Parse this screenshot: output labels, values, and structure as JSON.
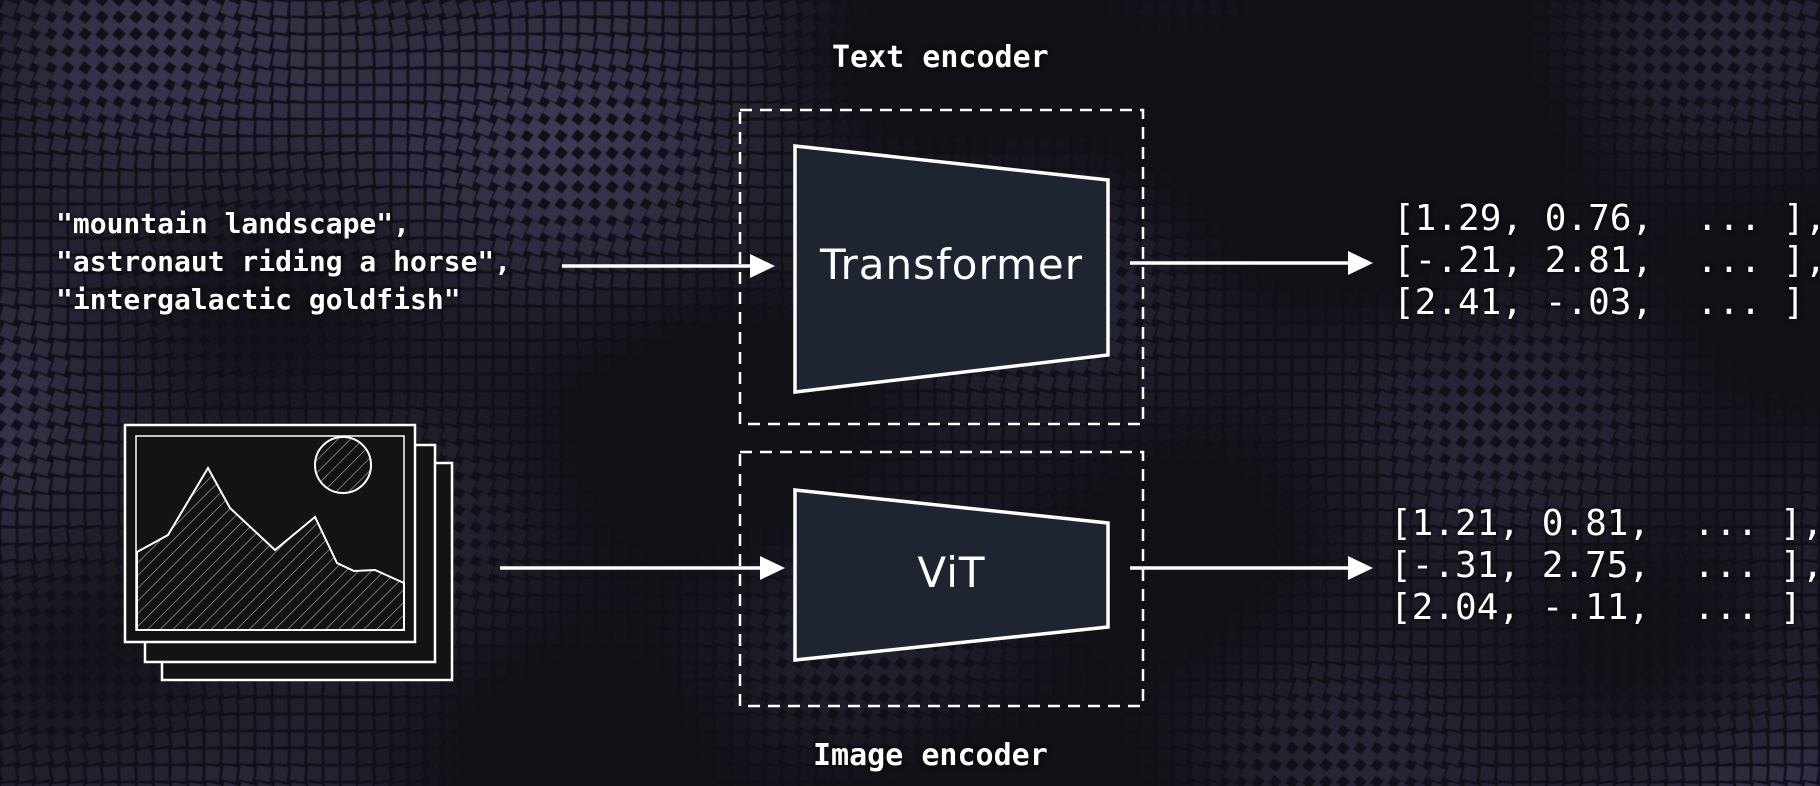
{
  "text_encoder_label": "Text encoder",
  "image_encoder_label": "Image encoder",
  "text_model_label": "Transformer",
  "image_model_label": "ViT",
  "prompts": [
    "\"mountain landscape\",",
    "\"astronaut riding a horse\",",
    "\"intergalactic goldfish\""
  ],
  "text_embeddings": [
    "[1.29, 0.76,  ... ],",
    "[-.21, 2.81,  ... ],",
    "[2.41, -.03,  ... ]"
  ],
  "image_embeddings": [
    "[1.21, 0.81,  ... ],",
    "[-.31, 2.75,  ... ],",
    "[2.04, -.11,  ... ]"
  ],
  "colors": {
    "background": "#16151b",
    "tile_accent": "#5d5a7e",
    "encoder_fill": "#1e2530",
    "foreground": "#ffffff"
  }
}
